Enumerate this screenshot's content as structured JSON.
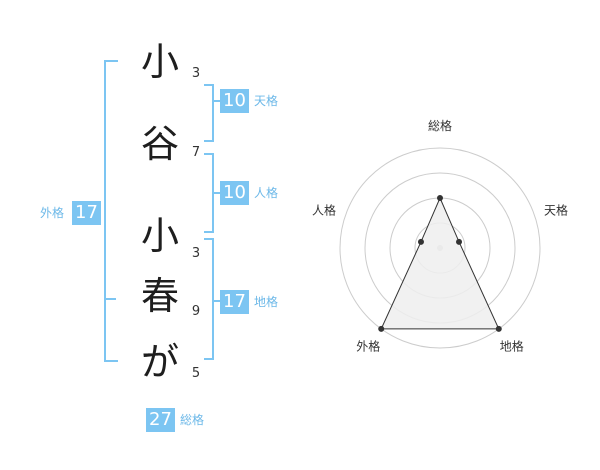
{
  "name_chars": [
    {
      "char": "小",
      "strokes": "3"
    },
    {
      "char": "谷",
      "strokes": "7"
    },
    {
      "char": "小",
      "strokes": "3"
    },
    {
      "char": "春",
      "strokes": "9"
    },
    {
      "char": "が",
      "strokes": "5"
    }
  ],
  "grades": {
    "tenkaku": {
      "value": "10",
      "label": "天格"
    },
    "jinkaku": {
      "value": "10",
      "label": "人格"
    },
    "chikaku": {
      "value": "17",
      "label": "地格"
    },
    "gaikaku": {
      "value": "17",
      "label": "外格"
    },
    "soukaku": {
      "value": "27",
      "label": "総格"
    }
  },
  "chart_data": {
    "type": "radar",
    "axes": [
      "総格",
      "天格",
      "地格",
      "外格",
      "人格"
    ],
    "values": [
      0.5,
      0.2,
      1.0,
      1.0,
      0.2
    ],
    "rings": 4,
    "colors": {
      "fill": "#eeeeee",
      "line": "#333333",
      "ring": "#cccccc"
    }
  },
  "colors": {
    "accent": "#7cc5f2"
  }
}
